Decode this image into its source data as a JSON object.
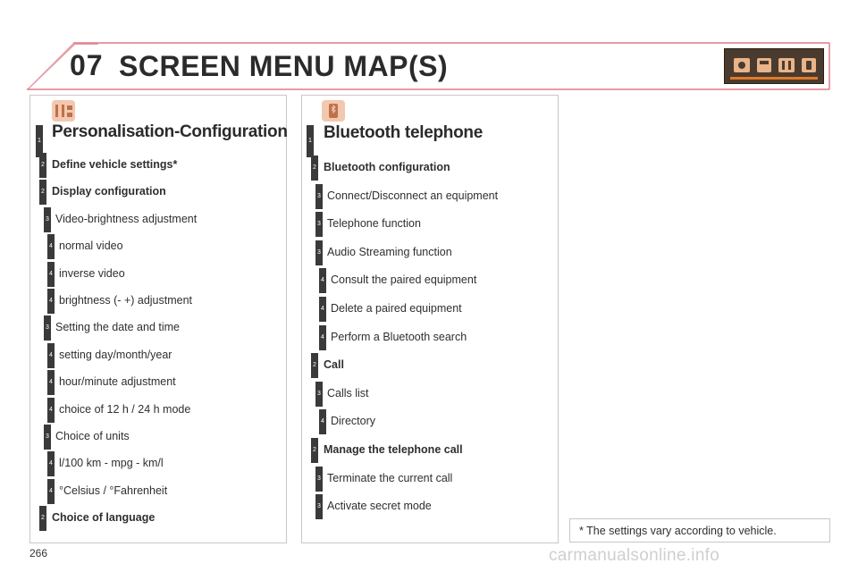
{
  "header": {
    "chapter": "07",
    "title": "SCREEN MENU MAP(S)"
  },
  "left_panel": {
    "title": "Personalisation-Configuration",
    "items": [
      {
        "level": "2",
        "text": "Define vehicle settings*",
        "bold": true
      },
      {
        "level": "2",
        "text": "Display configuration",
        "bold": true
      },
      {
        "level": "3",
        "text": "Video-brightness adjustment",
        "bold": false
      },
      {
        "level": "4",
        "text": "normal video",
        "bold": false
      },
      {
        "level": "4",
        "text": "inverse video",
        "bold": false
      },
      {
        "level": "4",
        "text": "brightness (- +) adjustment",
        "bold": false
      },
      {
        "level": "3",
        "text": "Setting the date and time",
        "bold": false
      },
      {
        "level": "4",
        "text": "setting day/month/year",
        "bold": false
      },
      {
        "level": "4",
        "text": "hour/minute adjustment",
        "bold": false
      },
      {
        "level": "4",
        "text": "choice of 12 h / 24 h mode",
        "bold": false
      },
      {
        "level": "3",
        "text": "Choice of units",
        "bold": false
      },
      {
        "level": "4",
        "text": "l/100 km - mpg - km/l",
        "bold": false
      },
      {
        "level": "4",
        "text": "°Celsius / °Fahrenheit",
        "bold": false
      },
      {
        "level": "2",
        "text": "Choice of language",
        "bold": true
      }
    ]
  },
  "right_panel": {
    "title": "Bluetooth telephone",
    "items": [
      {
        "level": "2",
        "text": "Bluetooth configuration",
        "bold": true
      },
      {
        "level": "3",
        "text": "Connect/Disconnect an equipment",
        "bold": false
      },
      {
        "level": "3",
        "text": "Telephone function",
        "bold": false
      },
      {
        "level": "3",
        "text": "Audio Streaming function",
        "bold": false
      },
      {
        "level": "4",
        "text": "Consult the paired equipment",
        "bold": false
      },
      {
        "level": "4",
        "text": "Delete a paired equipment",
        "bold": false
      },
      {
        "level": "4",
        "text": "Perform a Bluetooth search",
        "bold": false
      },
      {
        "level": "2",
        "text": "Call",
        "bold": true
      },
      {
        "level": "3",
        "text": "Calls list",
        "bold": false
      },
      {
        "level": "4",
        "text": "Directory",
        "bold": false
      },
      {
        "level": "2",
        "text": "Manage the telephone call",
        "bold": true
      },
      {
        "level": "3",
        "text": "Terminate the current call",
        "bold": false
      },
      {
        "level": "3",
        "text": "Activate secret mode",
        "bold": false
      }
    ]
  },
  "level_one_label": "1",
  "footnote": "* The settings vary according to vehicle.",
  "page_number": "266",
  "watermark": "carmanualsonline.info",
  "colors": {
    "accent_line": "#e07a8a",
    "tab_dark": "#3a3a3a",
    "icon_bg": "#f2c9b0",
    "header_icon_bg": "#4a3b2e"
  }
}
